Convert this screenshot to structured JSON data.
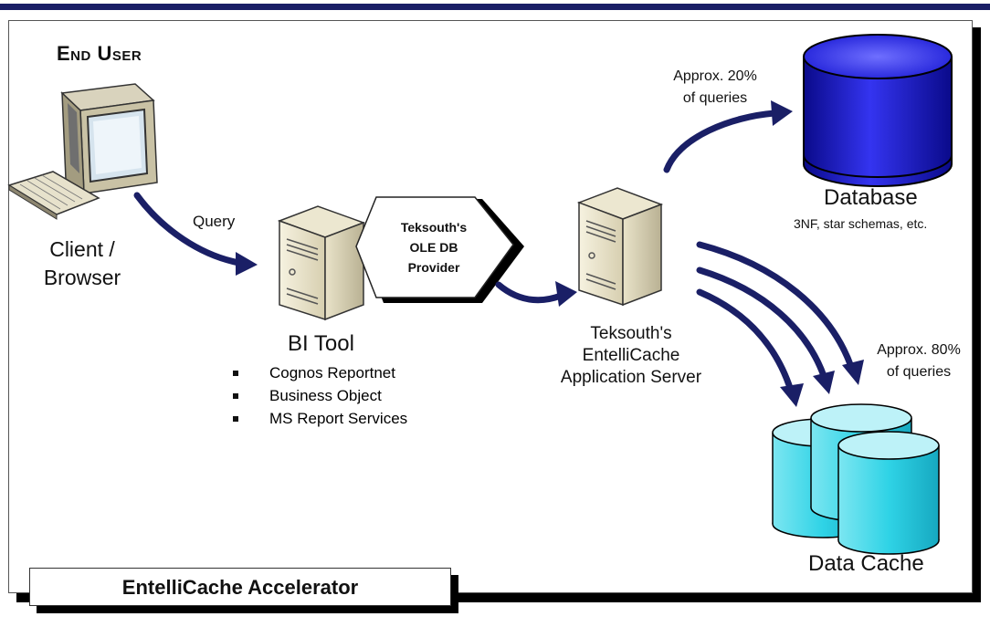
{
  "header": {
    "end_user": "End User"
  },
  "client": {
    "label_line1": "Client /",
    "label_line2": "Browser"
  },
  "query_label": "Query",
  "bi_tool": {
    "label": "BI Tool",
    "items": [
      "Cognos Reportnet",
      "Business Object",
      "MS Report Services"
    ]
  },
  "ole_provider": {
    "line1": "Teksouth's",
    "line2": "OLE DB",
    "line3": "Provider"
  },
  "app_server": {
    "line1": "Teksouth's",
    "line2": "EntelliCache",
    "line3": "Application Server"
  },
  "approx20": {
    "line1": "Approx. 20%",
    "line2": "of queries"
  },
  "database": {
    "label": "Database",
    "sublabel": "3NF, star schemas, etc."
  },
  "approx80": {
    "line1": "Approx. 80%",
    "line2": "of queries"
  },
  "data_cache": {
    "label": "Data Cache"
  },
  "footer": {
    "title": "EntelliCache Accelerator"
  },
  "colors": {
    "arrow": "#1a1f66",
    "database": "#1c1cd6",
    "cache": "#2fd3e6",
    "topbar": "#1a1f66"
  }
}
